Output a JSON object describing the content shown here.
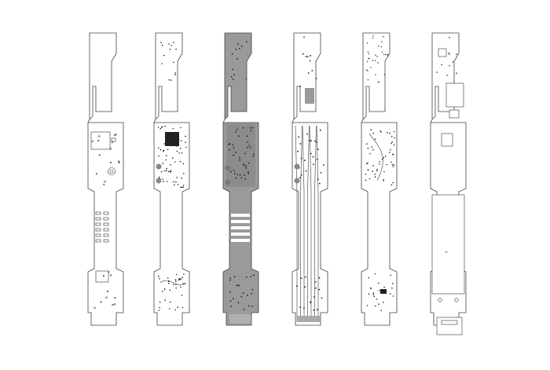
{
  "diagram": {
    "kind": "pcb-layer-stack",
    "layers": [
      {
        "id": "outline"
      },
      {
        "id": "top-silk"
      },
      {
        "id": "top-copper"
      },
      {
        "id": "inner-copper"
      },
      {
        "id": "bottom-copper"
      },
      {
        "id": "bottom-assembly"
      }
    ],
    "colors": {
      "background": "#ffffff",
      "outline": "#444444",
      "copper_fill": "#9a9a9a",
      "pads": "#222222"
    },
    "board_label": "10"
  }
}
